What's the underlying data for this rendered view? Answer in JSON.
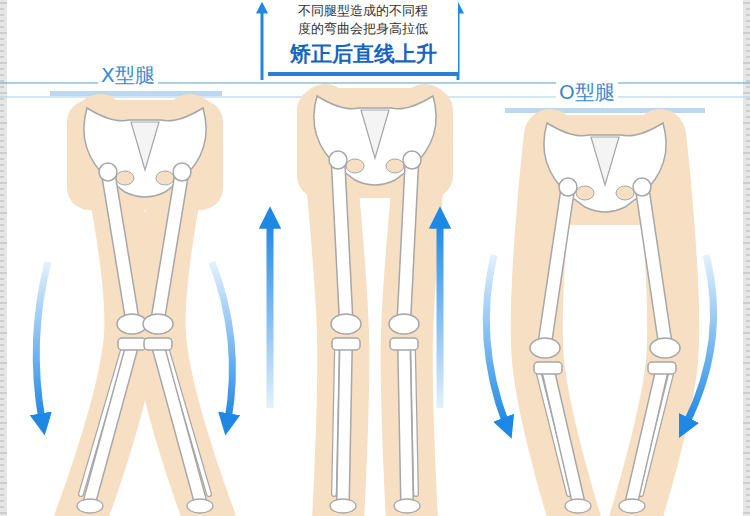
{
  "diagram": {
    "nodes": [
      {
        "text": [
          "不同腿型造成的不同程度的弯曲会把身高拉低",
          "矫正后直线上升"
        ]
      }
    ],
    "labels": [
      "X型腿",
      "O型腿"
    ]
  }
}
